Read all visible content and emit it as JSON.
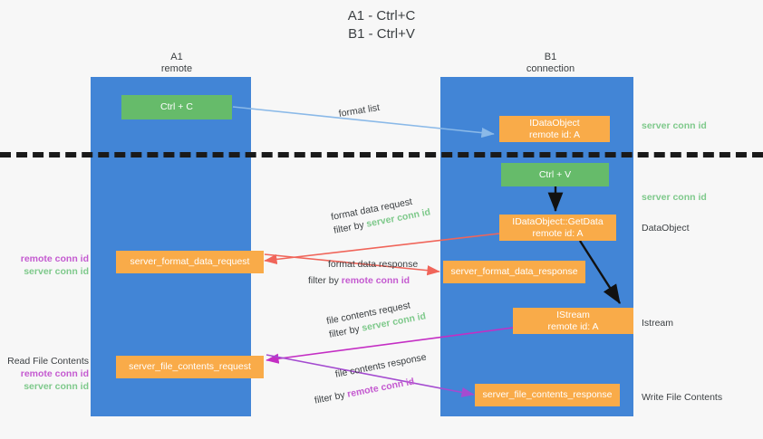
{
  "title": {
    "line1": "A1 - Ctrl+C",
    "line2": "B1 - Ctrl+V"
  },
  "lanes": [
    {
      "name": "A1",
      "sub": "remote"
    },
    {
      "name": "B1",
      "sub": "connection"
    }
  ],
  "colors": {
    "lane": "#4285d6",
    "green_box": "#66bb6a",
    "orange_box": "#f9ab49",
    "server_conn_id": "#7ec98b",
    "remote_conn_id": "#c45ad0",
    "arrow_blue": "#8ab9e8",
    "arrow_red": "#f0655a",
    "arrow_magenta": "#c42ec4",
    "arrow_purple": "#a44bd0",
    "arrow_dark": "#111111",
    "separator": "#1a1a1a",
    "background": "#f7f7f7"
  },
  "boxes": {
    "ctrl_c": {
      "line1": "Ctrl + C"
    },
    "ctrl_v": {
      "line1": "Ctrl + V"
    },
    "idataobject": {
      "line1": "\u0001\u0002\u0003IDataObject",
      "line2": "remote id: A"
    },
    "getdata": {
      "line1": "IDataObject::GetData",
      "line2": "remote id: A"
    },
    "istream": {
      "line1": "IStream",
      "line2": "remote id: A"
    },
    "format_data_request": {
      "line1": "server_format_data_request"
    },
    "format_data_response": {
      "line1": "server_format_data_response"
    },
    "file_contents_request": {
      "line1": "server_file_contents_request"
    },
    "file_contents_response": {
      "line1": "server_file_contents_response"
    }
  },
  "edges": {
    "format_list": "format list",
    "format_data_request": {
      "line1": "format data request",
      "filter_prefix": "filter by ",
      "filter_value": "server conn id"
    },
    "format_data_response": {
      "line1": "format data response",
      "filter_prefix": "filter by ",
      "filter_value": "remote conn id"
    },
    "file_contents_request": {
      "line1": "file contents request",
      "filter_prefix": "filter by ",
      "filter_value": "server conn id"
    },
    "file_contents_response": {
      "line1": "file contents response",
      "filter_prefix": "filter by ",
      "filter_value": "remote conn id"
    }
  },
  "right_notes": {
    "server_conn_id_top": "server conn id",
    "server_conn_id_mid": "server conn id",
    "dataobject": "DataObject",
    "istream": "Istream",
    "write_file_contents": "Write File Contents"
  },
  "left_notes": {
    "remote_conn_id_1": "remote conn id",
    "server_conn_id_1": "server conn id",
    "read_file_contents": "Read File Contents",
    "remote_conn_id_2": "remote conn id",
    "server_conn_id_2": "server conn id"
  }
}
